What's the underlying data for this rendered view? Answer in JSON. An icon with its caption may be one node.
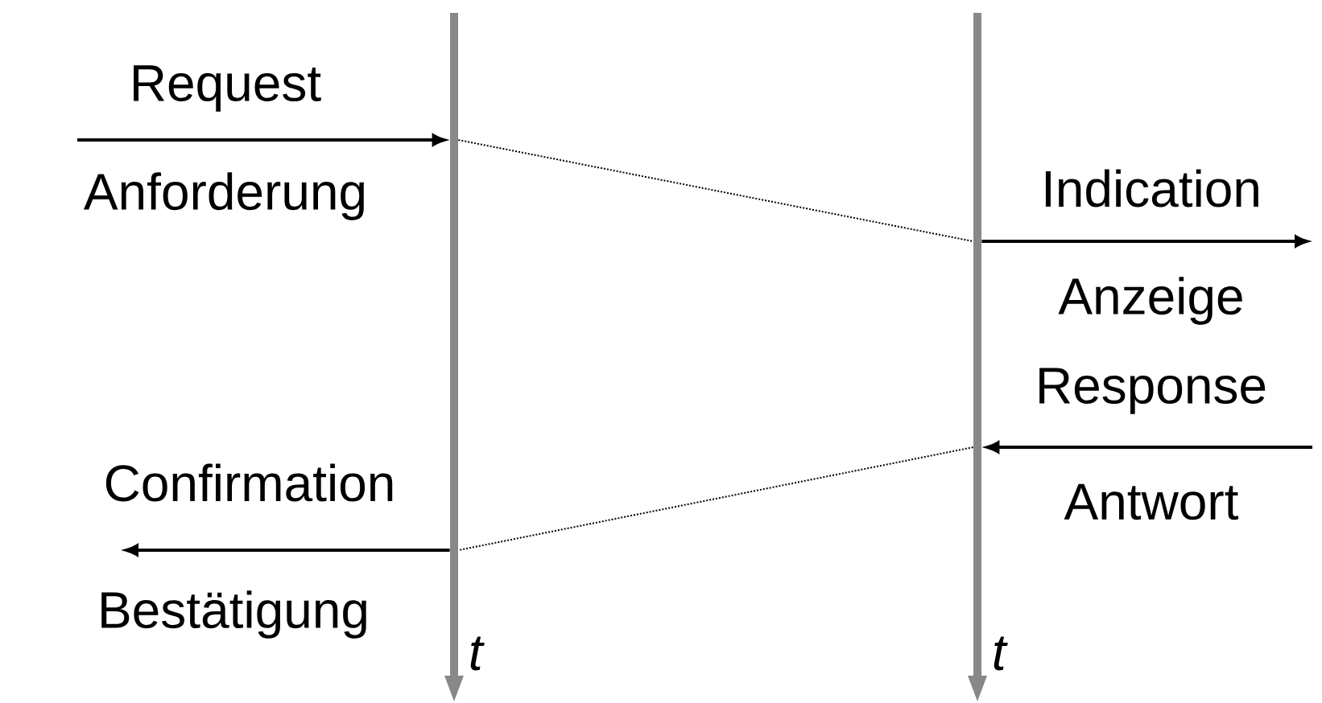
{
  "diagram": {
    "nodes": [
      {
        "text": [],
        "shape": "bar",
        "beside": [
          "t"
        ]
      },
      {
        "text": [],
        "shape": "bar",
        "beside": [
          "t"
        ]
      }
    ],
    "edges": [
      {
        "from": null,
        "to": 0,
        "arrow": "to"
      },
      {
        "from": 0,
        "to": 1,
        "arrow": "none",
        "style": "dashed"
      },
      {
        "from": 1,
        "to": null,
        "arrow": "to"
      },
      {
        "from": null,
        "to": 1,
        "arrow": "to"
      },
      {
        "from": 1,
        "to": 0,
        "arrow": "none",
        "style": "dashed"
      },
      {
        "from": 0,
        "to": null,
        "arrow": "to"
      }
    ],
    "labels": [
      "Request",
      "Anforderung",
      "Indication",
      "Anzeige",
      "Response",
      "Antwort",
      "Confirmation",
      "Bestätigung"
    ]
  }
}
